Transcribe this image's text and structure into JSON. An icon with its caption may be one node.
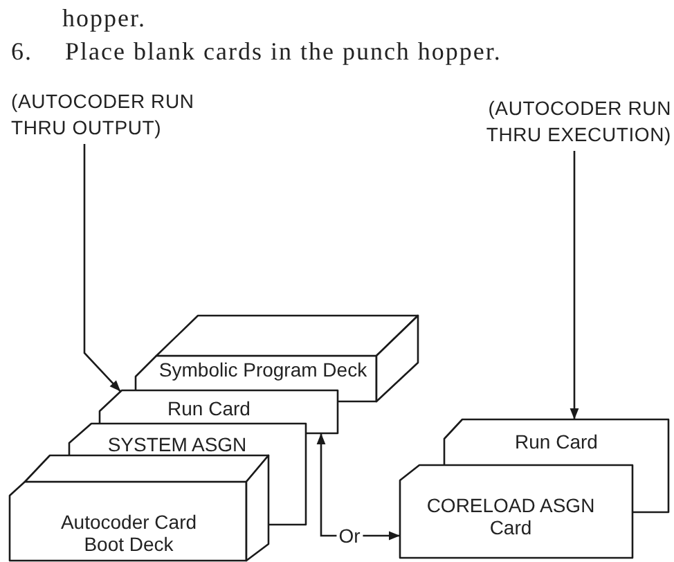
{
  "diagram": {
    "nodes": [
      {
        "text": [
          "(AUTOCODER RUN THRU OUTPUT)"
        ]
      },
      {
        "text": [
          "(AUTOCODER RUN THRU EXECUTION)"
        ]
      },
      {
        "text": [
          "Symbolic Program Deck"
        ]
      },
      {
        "text": [
          "Run Card"
        ]
      },
      {
        "text": [
          "SYSTEM ASGN"
        ]
      },
      {
        "text": [
          "Autocoder Card Boot Deck"
        ]
      },
      {
        "text": [
          "Run Card"
        ]
      },
      {
        "text": [
          "CORELOAD ASGN Card"
        ]
      }
    ],
    "edges": [
      {
        "from": 0,
        "to": 3,
        "arrow": "to"
      },
      {
        "from": 1,
        "to": 6,
        "arrow": "to"
      },
      {
        "from": 3,
        "to": 7,
        "arrow": "both",
        "label": "Or"
      }
    ],
    "labels": [
      "hopper.",
      "6.",
      "Place blank cards in the punch hopper."
    ]
  }
}
